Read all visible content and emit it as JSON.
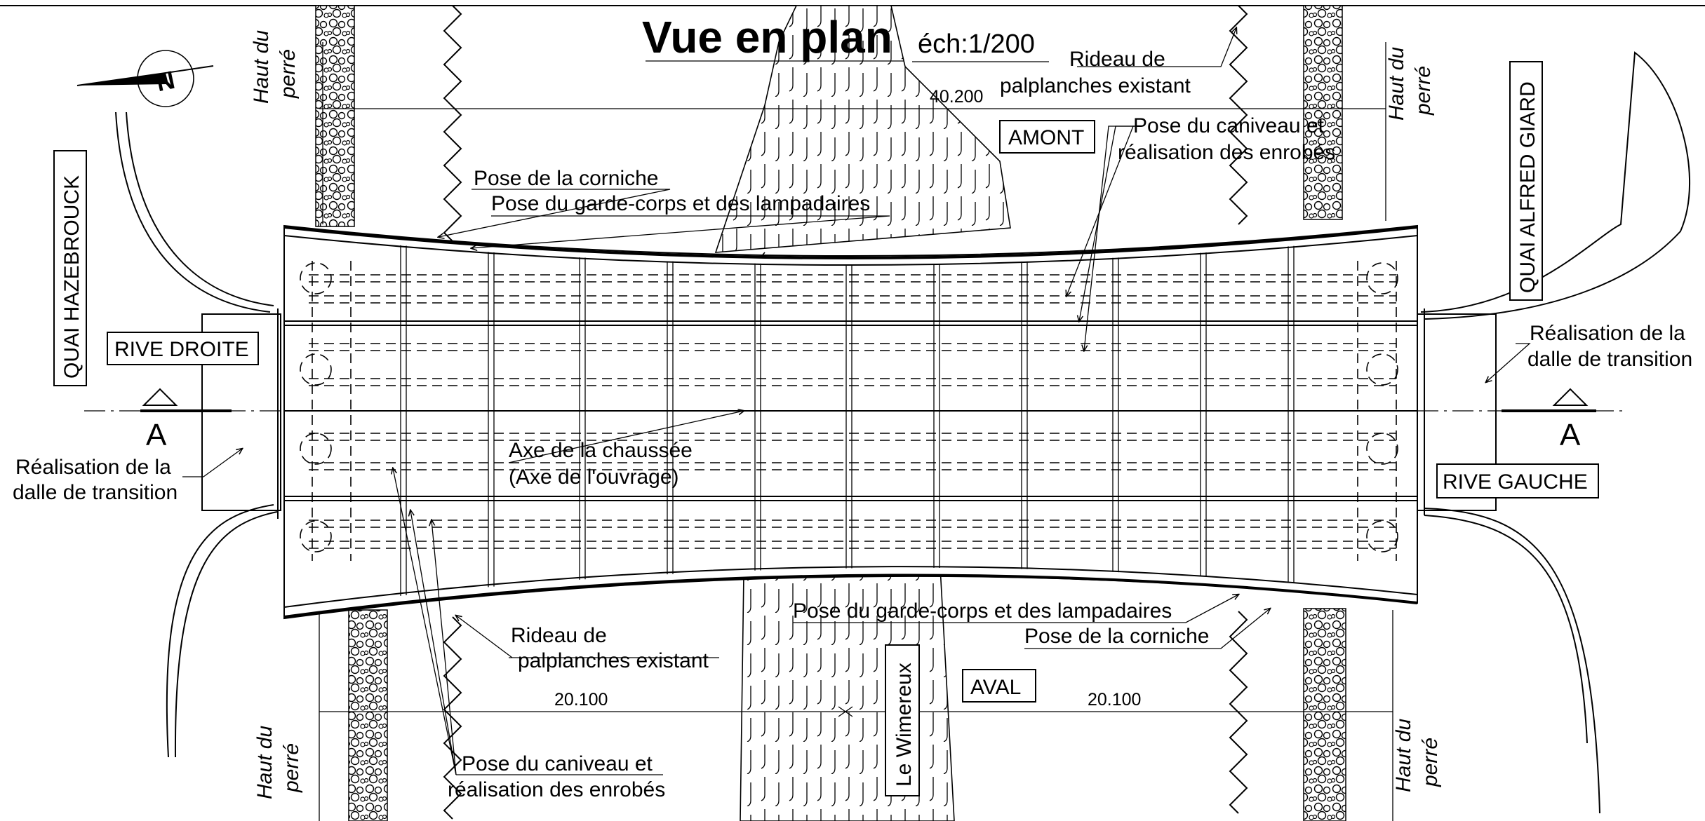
{
  "drawing": {
    "title": "Vue en plan",
    "scale": "éch:1/200",
    "north_symbol": "N",
    "section_marker": "A",
    "upstream": "AMONT",
    "downstream": "AVAL",
    "river": "Le Wimereux",
    "quay_left": "QUAI HAZEBROUCK",
    "quay_right": "QUAI ALFRED GIARD",
    "bank_right": "RIVE DROITE",
    "bank_left": "RIVE GAUCHE",
    "haut_line1": "Haut du",
    "haut_line2": "perré",
    "dim_total": "40.200",
    "dim_half": "20.100",
    "sheet_line1": "Rideau de",
    "sheet_line2": "palplanches existant",
    "corniche": "Pose de la corniche",
    "guardrail": "Pose du garde-corps et des lampadaires",
    "gutter_line1": "Pose du caniveau et",
    "gutter_line2": "réalisation des enrobés",
    "slab_line1": "Réalisation de la",
    "slab_line2": "dalle de transition",
    "axis_line1": "Axe de la chaussée",
    "axis_line2": "(Axe de l'ouvrage)"
  }
}
